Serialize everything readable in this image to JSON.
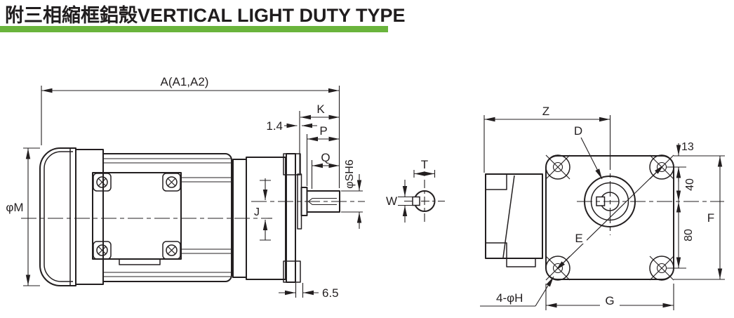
{
  "title": {
    "text": "附三相縮框鋁殼VERTICAL LIGHT DUTY TYPE"
  },
  "colors": {
    "accent_green": "#6ab43c",
    "line": "#231f20"
  },
  "side_view": {
    "labels": {
      "overall_length": "A(A1,A2)",
      "motor_diameter": "φM",
      "k": "K",
      "shim": "1.4",
      "p": "P",
      "q": "Q",
      "shaft_diameter": "φSH6",
      "j": "J",
      "flange_setback": "6.5"
    }
  },
  "shaft_section": {
    "labels": {
      "key_width": "T",
      "key_height": "W"
    }
  },
  "front_view": {
    "labels": {
      "z": "Z",
      "bore": "D",
      "edge_to_hole": "13",
      "center_to_top_holes": "40",
      "center_to_bottom_holes": "80",
      "flange_height": "F",
      "hole_pitch_diagonal": "E",
      "flange_width": "G",
      "mounting_holes": "4-φH"
    }
  }
}
